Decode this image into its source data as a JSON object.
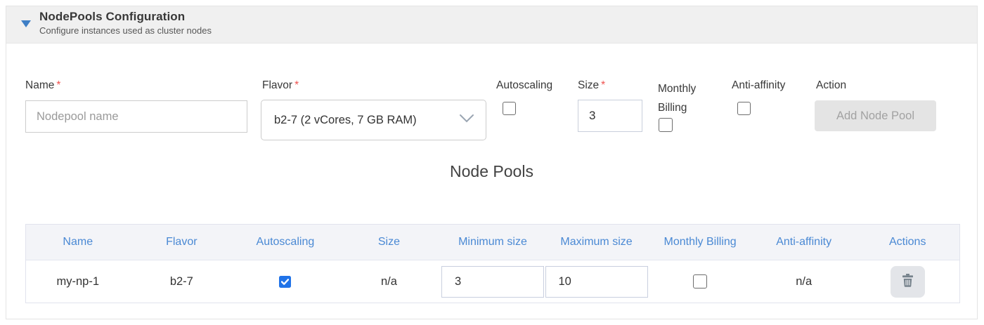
{
  "panel": {
    "title": "NodePools Configuration",
    "subtitle": "Configure instances used as cluster nodes"
  },
  "form": {
    "name": {
      "label": "Name",
      "required_marker": "*",
      "placeholder": "Nodepool name",
      "value": ""
    },
    "flavor": {
      "label": "Flavor",
      "required_marker": "*",
      "selected": "b2-7 (2 vCores, 7 GB RAM)"
    },
    "autoscaling": {
      "label": "Autoscaling",
      "checked": false
    },
    "size": {
      "label": "Size",
      "required_marker": "*",
      "value": "3"
    },
    "monthly_billing": {
      "label": "Monthly Billing",
      "checked": false
    },
    "anti_affinity": {
      "label": "Anti-affinity",
      "checked": false
    },
    "action": {
      "label": "Action",
      "button_label": "Add Node Pool"
    }
  },
  "section_title": "Node Pools",
  "table": {
    "headers": [
      "Name",
      "Flavor",
      "Autoscaling",
      "Size",
      "Minimum size",
      "Maximum size",
      "Monthly Billing",
      "Anti-affinity",
      "Actions"
    ],
    "rows": [
      {
        "name": "my-np-1",
        "flavor": "b2-7",
        "autoscaling": true,
        "size": "n/a",
        "min_size": "3",
        "max_size": "10",
        "monthly_billing": false,
        "anti_affinity": "n/a",
        "action_icon": "trash-icon"
      }
    ]
  },
  "colors": {
    "accent_blue": "#4a89d4",
    "checkbox_blue": "#2173e8",
    "caret_blue": "#3f7fc6",
    "required_red": "#ef5350",
    "header_bg": "#f0f0f0",
    "table_header_bg": "#f3f4f8"
  }
}
